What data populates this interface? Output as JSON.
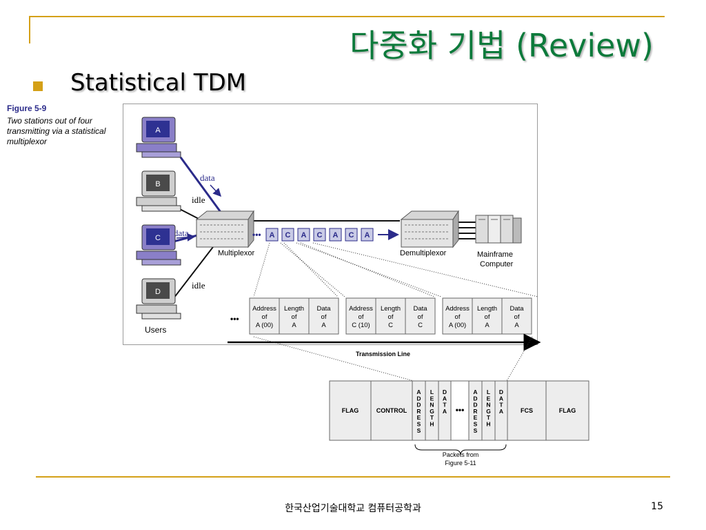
{
  "slide": {
    "title": "다중화 기법 (Review)",
    "bullet": "Statistical TDM",
    "footer": "한국산업기술대학교 컴퓨터공학과",
    "page_number": "15"
  },
  "figure": {
    "heading": "Figure 5-9",
    "caption": "Two stations out of four transmitting via a statistical multiplexor",
    "stations": [
      "A",
      "B",
      "C",
      "D"
    ],
    "labels": {
      "data_a": "data",
      "idle_b": "idle",
      "data_c": "data",
      "idle_d": "idle",
      "users": "Users",
      "multiplexor": "Multiplexor",
      "demultiplexor": "Demultiplexor",
      "mainframe": "Mainframe",
      "computer": "Computer",
      "transmission_line": "Transmission Line",
      "ellipsis": "•••"
    },
    "stream": [
      "A",
      "C",
      "A",
      "C",
      "A",
      "C",
      "A"
    ],
    "packet_groups": [
      [
        [
          "Address",
          "of",
          "A (00)"
        ],
        [
          "Length",
          "of",
          "A"
        ],
        [
          "Data",
          "of",
          "A"
        ]
      ],
      [
        [
          "Address",
          "of",
          "C (10)"
        ],
        [
          "Length",
          "of",
          "C"
        ],
        [
          "Data",
          "of",
          "C"
        ]
      ],
      [
        [
          "Address",
          "of",
          "A (00)"
        ],
        [
          "Length",
          "of",
          "A"
        ],
        [
          "Data",
          "of",
          "A"
        ]
      ]
    ],
    "frame": {
      "flag": "FLAG",
      "control": "CONTROL",
      "fcs": "FCS",
      "address": "ADDRESS",
      "length": "LENGTH",
      "data": "DATA",
      "packets_caption_1": "Packets from",
      "packets_caption_2": "Figure 5-11"
    }
  },
  "colors": {
    "accent_gold": "#d4a017",
    "title_green": "#0c7a3b",
    "monitor_purple": "#8a7fc8",
    "screen_blue": "#2e3192",
    "arrow_navy": "#2b2b8a",
    "cell_fill": "#ededed"
  }
}
